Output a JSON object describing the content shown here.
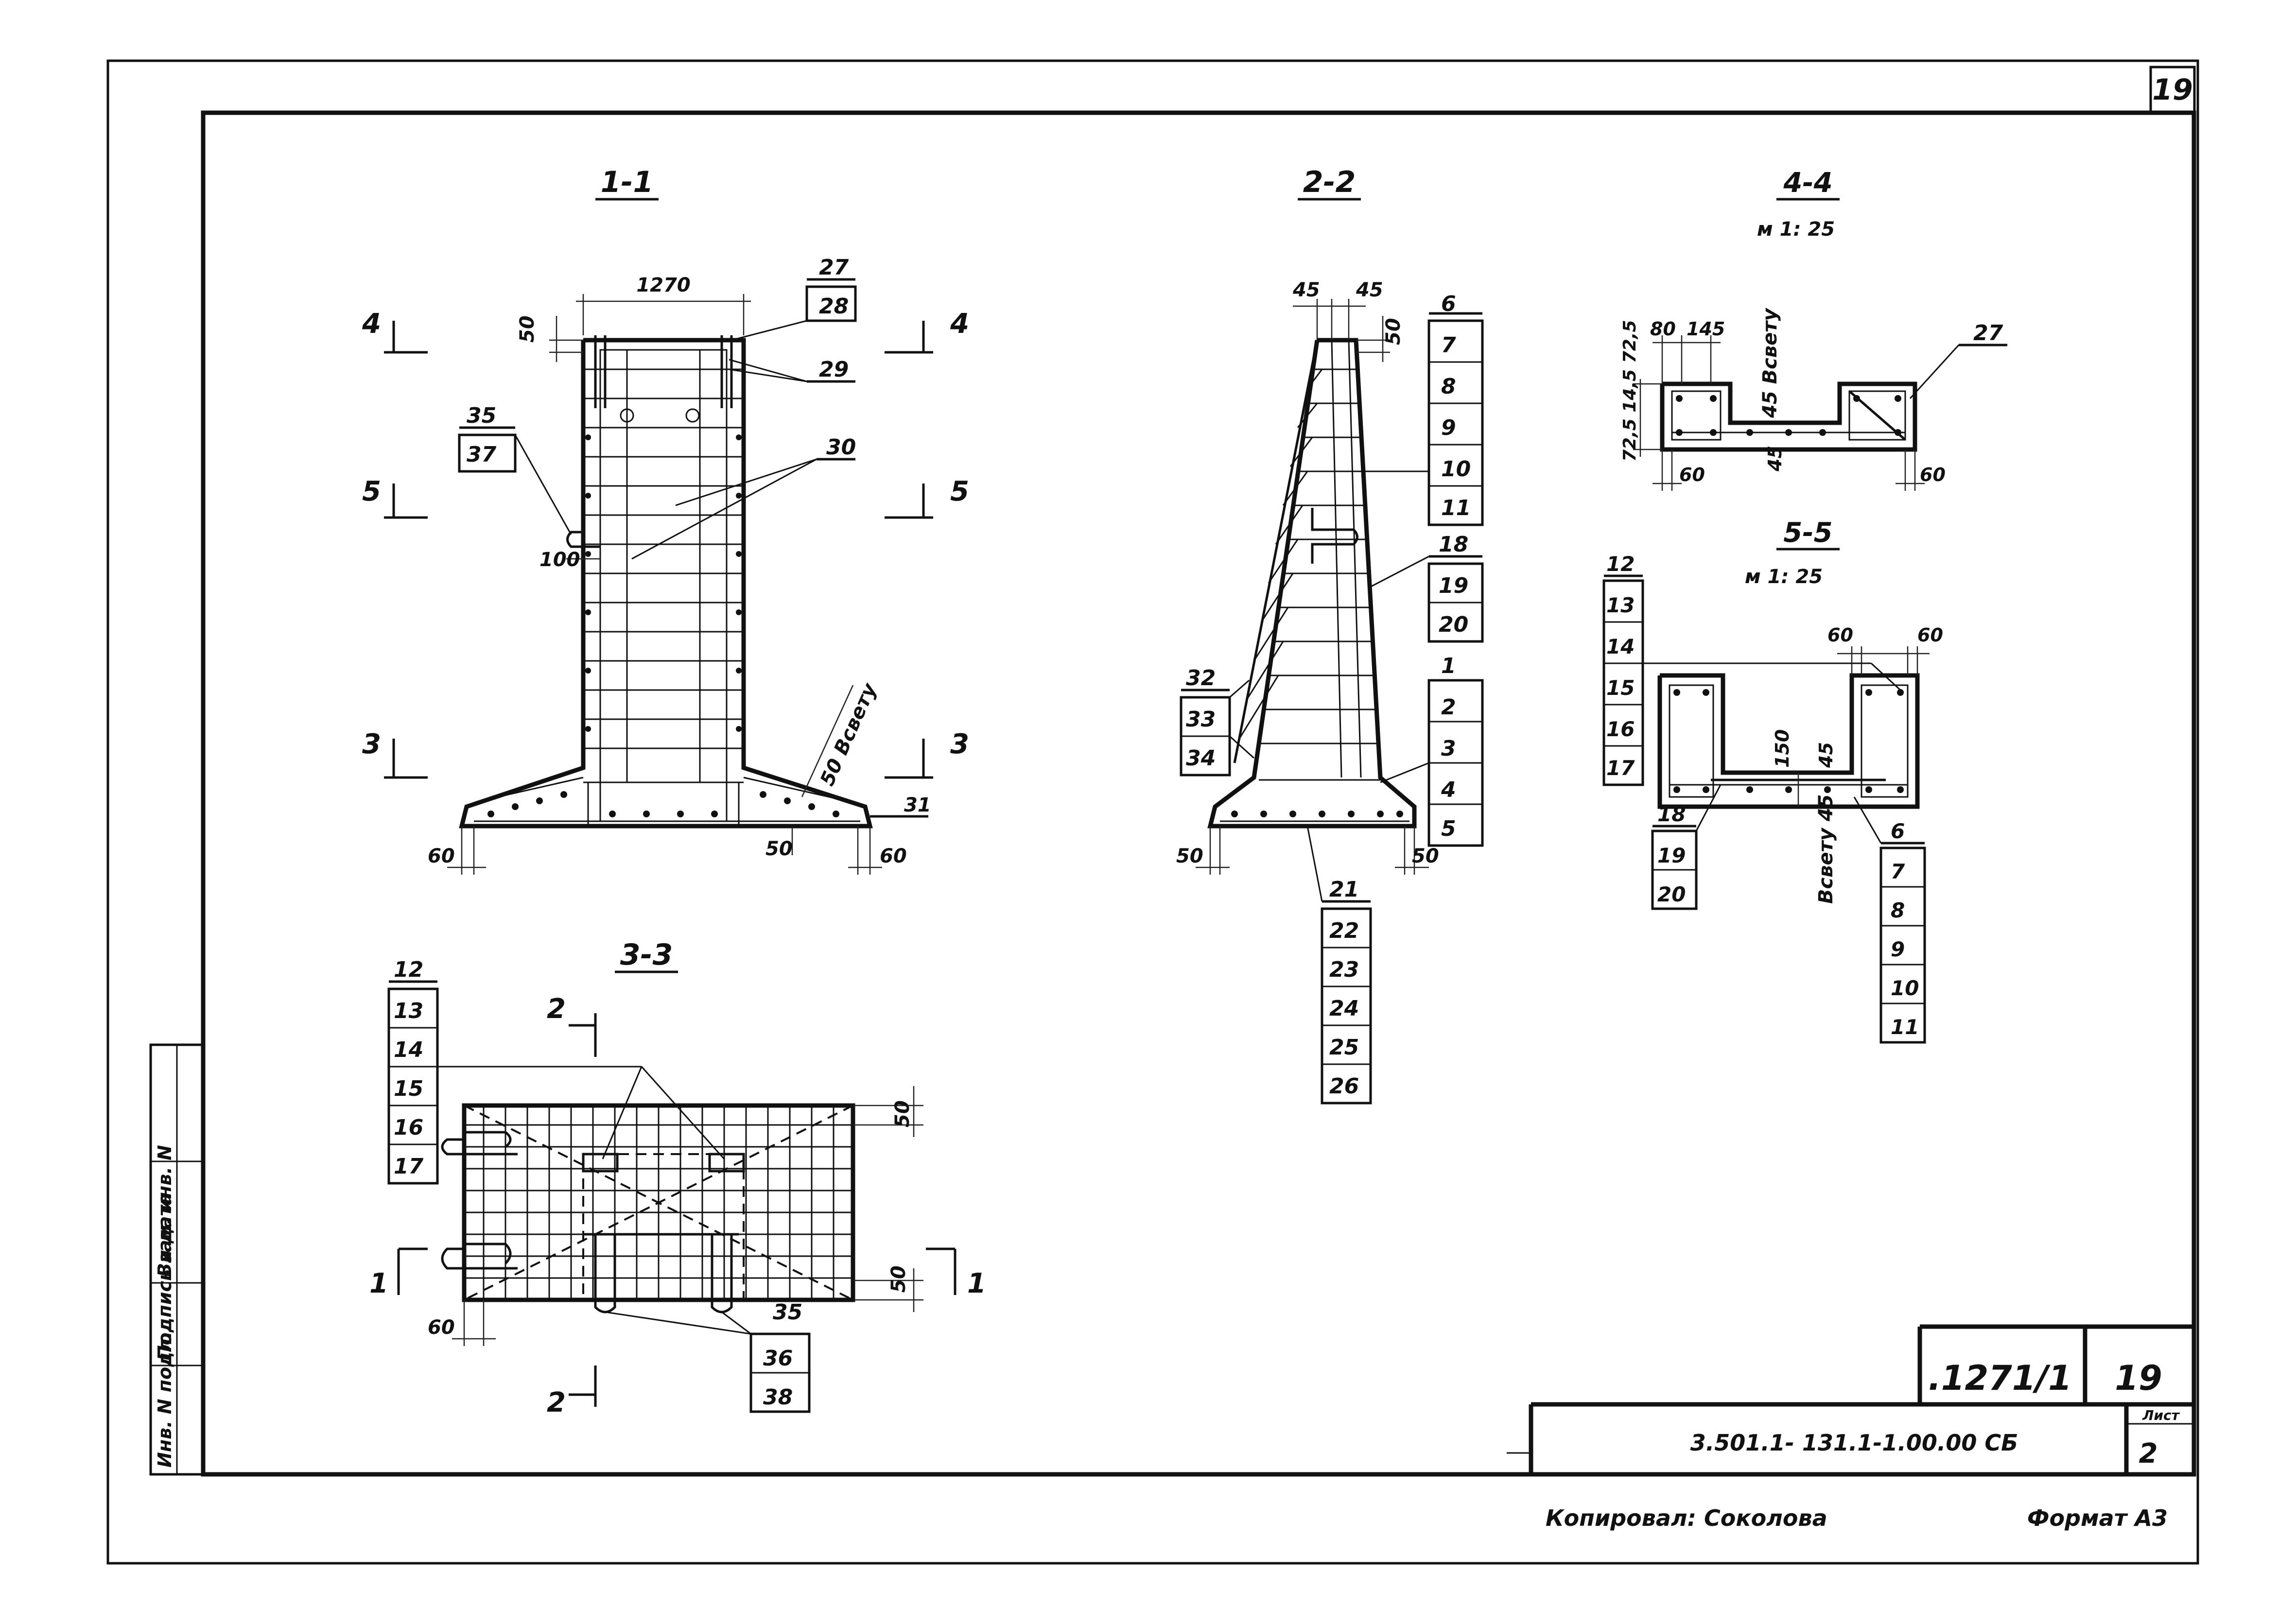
{
  "sheet": {
    "corner_stamp": "19",
    "copied_by": "Копировал:  Соколова",
    "format": "Формат А3"
  },
  "title_block": {
    "code_top": ".1271/1",
    "sheet_top": "19",
    "designation": "3.501.1- 131.1-1.00.00 СБ",
    "list_label": "Лист",
    "list_number": "2"
  },
  "side_stamp": {
    "cells": [
      "Инв. N подл.",
      "Подпись и дата",
      "Взам. инв. N"
    ]
  },
  "sections": {
    "s11": {
      "title": "1-1",
      "dim_top": "1270",
      "dim_50_top": "50",
      "dim_100": "100",
      "dim_50_slope": "50 Всвету",
      "dim_50_bottom": "50",
      "dim_60_left": "60",
      "dim_60_right": "60",
      "cut_4": "4",
      "cut_5": "5",
      "cut_3": "3",
      "callouts": {
        "c27": "27",
        "c28": "28",
        "c29": "29",
        "c30": "30",
        "c35": "35",
        "c37": "37",
        "c31": "31"
      }
    },
    "s22": {
      "title": "2-2",
      "dim_45_left": "45",
      "dim_45_right": "45",
      "dim_50_top": "50",
      "dim_50_left": "50",
      "dim_50_right": "50",
      "right_group_a": [
        "6",
        "7",
        "8",
        "9",
        "10",
        "11"
      ],
      "right_group_b": [
        "18",
        "19",
        "20"
      ],
      "right_group_c": [
        "1",
        "2",
        "3",
        "4",
        "5"
      ],
      "left_group": [
        "32",
        "33",
        "34"
      ],
      "bottom_group": [
        "21",
        "22",
        "23",
        "24",
        "25",
        "26"
      ]
    },
    "s33": {
      "title": "3-3",
      "left_group": [
        "12",
        "13",
        "14",
        "15",
        "16",
        "17"
      ],
      "cut_2_top": "2",
      "cut_2_bottom": "2",
      "cut_1_left": "1",
      "cut_1_right": "1",
      "dim_50_top": "50",
      "dim_50_bottom": "50",
      "dim_60": "60",
      "c35": "35",
      "bottom_group": [
        "36",
        "38"
      ]
    },
    "s44": {
      "title": "4-4",
      "scale": "м 1: 25",
      "dim_80": "80",
      "dim_145": "145",
      "dim_vert_left": "72,5 14,5 72,5",
      "dim_45_vsvetu": "45 Всвету",
      "dim_45": "45",
      "dim_60_left": "60",
      "dim_60_right": "60",
      "c27": "27"
    },
    "s55": {
      "title": "5-5",
      "scale": "м 1: 25",
      "dim_60_a": "60",
      "dim_60_b": "60",
      "dim_150": "150",
      "dim_45": "45",
      "dim_45_vsvetu": "Всвету 45",
      "left_group": [
        "12",
        "13",
        "14",
        "15",
        "16",
        "17"
      ],
      "bottom_left_group": [
        "18",
        "19",
        "20"
      ],
      "right_group": [
        "6",
        "7",
        "8",
        "9",
        "10",
        "11"
      ]
    }
  }
}
